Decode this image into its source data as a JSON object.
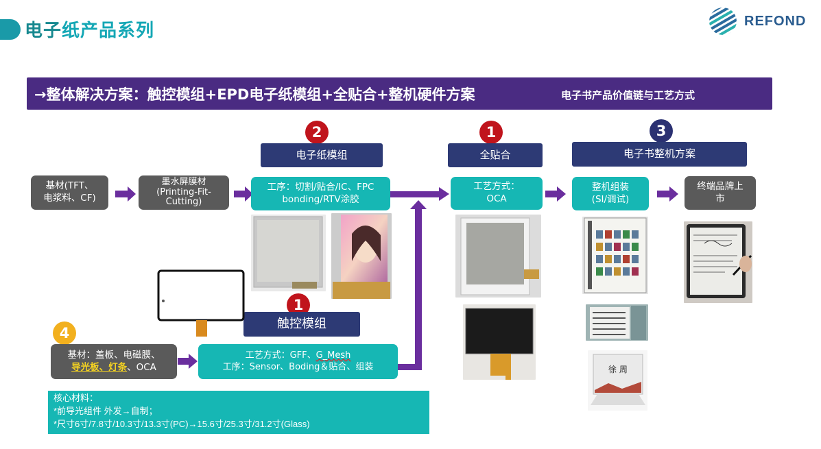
{
  "header": {
    "title_part1": "电子",
    "title_part2": "纸产品系列",
    "logo_text": "REFOND"
  },
  "banner": {
    "main": "→整体解决方案：触控模组+EPD电子纸模组+全贴合+整机硬件方案",
    "side": "电子书产品价值链与工艺方式"
  },
  "badges": {
    "b2": "2",
    "b1a": "1",
    "b3": "3",
    "b1b": "1",
    "b4": "4"
  },
  "headers": {
    "epd_module": "电子纸模组",
    "full_lamination": "全贴合",
    "ebook_solution": "电子书整机方案",
    "touch_module": "触控模组"
  },
  "flow": {
    "substrate": [
      "基材(TFT、",
      "电浆料、CF)"
    ],
    "ink_film": [
      "墨水屏膜材",
      "(Printing-Fit-",
      "Cutting)"
    ],
    "epd_process": [
      "工序：切割/贴合/IC、FPC",
      "bonding/RTV涂胶"
    ],
    "lamination": [
      "工艺方式：",
      "OCA"
    ],
    "assembly": [
      "整机组装",
      "(SI/调试)"
    ],
    "brand": [
      "终端品牌上",
      "市"
    ]
  },
  "touch": {
    "substrate_line1": "基材：盖板、电磁膜、",
    "substrate_hl1": "导光板",
    "substrate_sep": "、",
    "substrate_hl2": "灯条",
    "substrate_tail": "、OCA",
    "process_line1a": "工艺方式：GFF、",
    "process_line1b": "G_Mesh",
    "process_line2": "工序：Sensor、Boding＆贴合、组装"
  },
  "core": {
    "line1": "核心材料：",
    "line2": "*前导光组件 外发→自制；",
    "line3": " *尺寸6寸/7.8寸/10.3寸/13.3寸(PC)→15.6寸/25.3寸/31.2寸(Glass)"
  },
  "colors": {
    "purple": "#4a2b82",
    "teal": "#16b7b4",
    "navy": "#2d3a75",
    "red": "#c0141c",
    "arrow": "#6a2e9e"
  }
}
